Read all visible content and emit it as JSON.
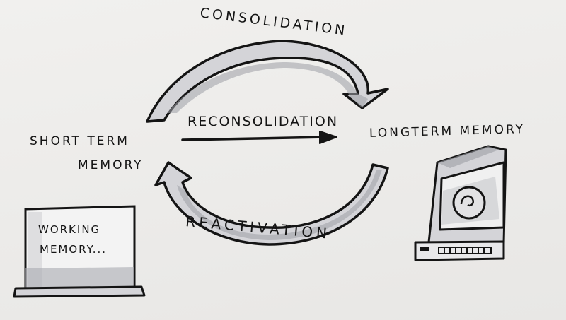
{
  "labels": {
    "short_term_line1": "SHORT TERM",
    "short_term_line2": "MEMORY",
    "long_term": "LONGTERM MEMORY",
    "consolidation": "CONSOLIDATION",
    "reconsolidation": "RECONSOLIDATION",
    "reactivation": "REACTIVATION",
    "working_line1": "WORKING",
    "working_line2": "MEMORY..."
  },
  "colors": {
    "ink": "#141414",
    "arrow_fill": "#d4d4d8",
    "arrow_shade": "#9d9ea5",
    "paper": "#ecebe9"
  },
  "icons": [
    "laptop-icon",
    "hard-drive-icon"
  ]
}
